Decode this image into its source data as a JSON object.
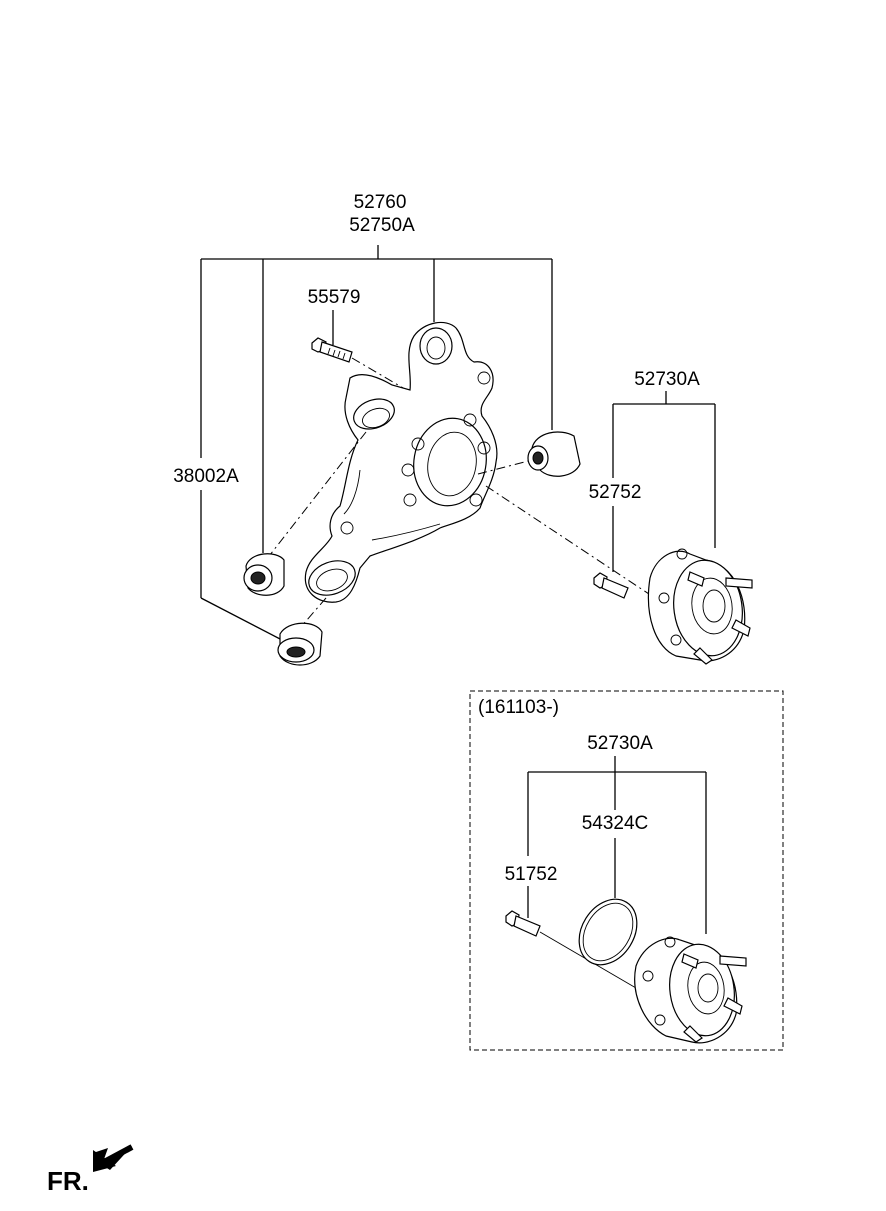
{
  "labels": {
    "knuckle_assy": "52760",
    "knuckle_assy_alt": "52750A",
    "knuckle_bolt": "55579",
    "bushing": "38002A",
    "hub_assy": "52730A",
    "hub_bolt": "52752",
    "variant_date": "(161103-)",
    "variant_hub_assy": "52730A",
    "variant_oring": "54324C",
    "variant_bolt": "51752"
  },
  "front_indicator": "FR."
}
